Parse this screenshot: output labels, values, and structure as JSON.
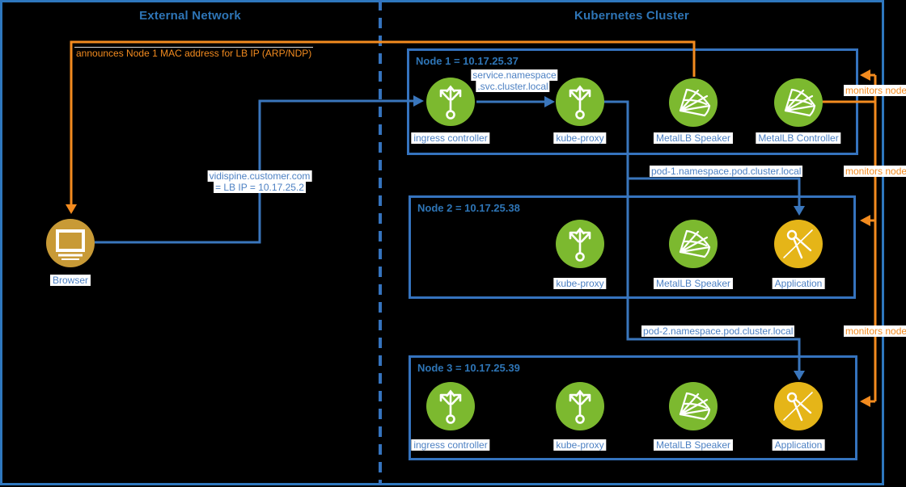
{
  "diagram": {
    "external": {
      "title": "External Network",
      "browser_label": "Browser"
    },
    "cluster": {
      "title": "Kubernetes Cluster",
      "nodes": [
        {
          "title": "Node 1 = 10.17.25.37",
          "components": [
            "ingress controller",
            "kube-proxy",
            "MetalLB Speaker",
            "MetalLB Controller"
          ]
        },
        {
          "title": "Node 2 = 10.17.25.38",
          "components": [
            "kube-proxy",
            "MetalLB Speaker",
            "Application"
          ]
        },
        {
          "title": "Node 3 = 10.17.25.39",
          "components": [
            "ingress controller",
            "kube-proxy",
            "MetalLB Speaker",
            "Application"
          ]
        }
      ]
    },
    "annotations": {
      "announce": "announces Node 1 MAC address for LB IP (ARP/NDP)",
      "vidispine_line1": "vidispine.customer.com",
      "vidispine_line2": "= LB IP = 10.17.25.2",
      "service_dns_line1": "service.namespace",
      "service_dns_line2": ".svc.cluster.local",
      "pod1_dns": "pod-1.namespace.pod.cluster.local",
      "pod2_dns": "pod-2.namespace.pod.cluster.local",
      "monitors_node_1": "monitors node",
      "monitors_node_2": "monitors node",
      "monitors_node_3": "monitors node"
    },
    "colors": {
      "line_blue": "#3A76BC",
      "border_blue": "#2E75B6",
      "orange": "#F38B1F",
      "component_green": "#7CB92F",
      "application_yellow": "#E5B518",
      "browser_gold": "#C89A36",
      "label_background": "#FFFFFF"
    }
  }
}
